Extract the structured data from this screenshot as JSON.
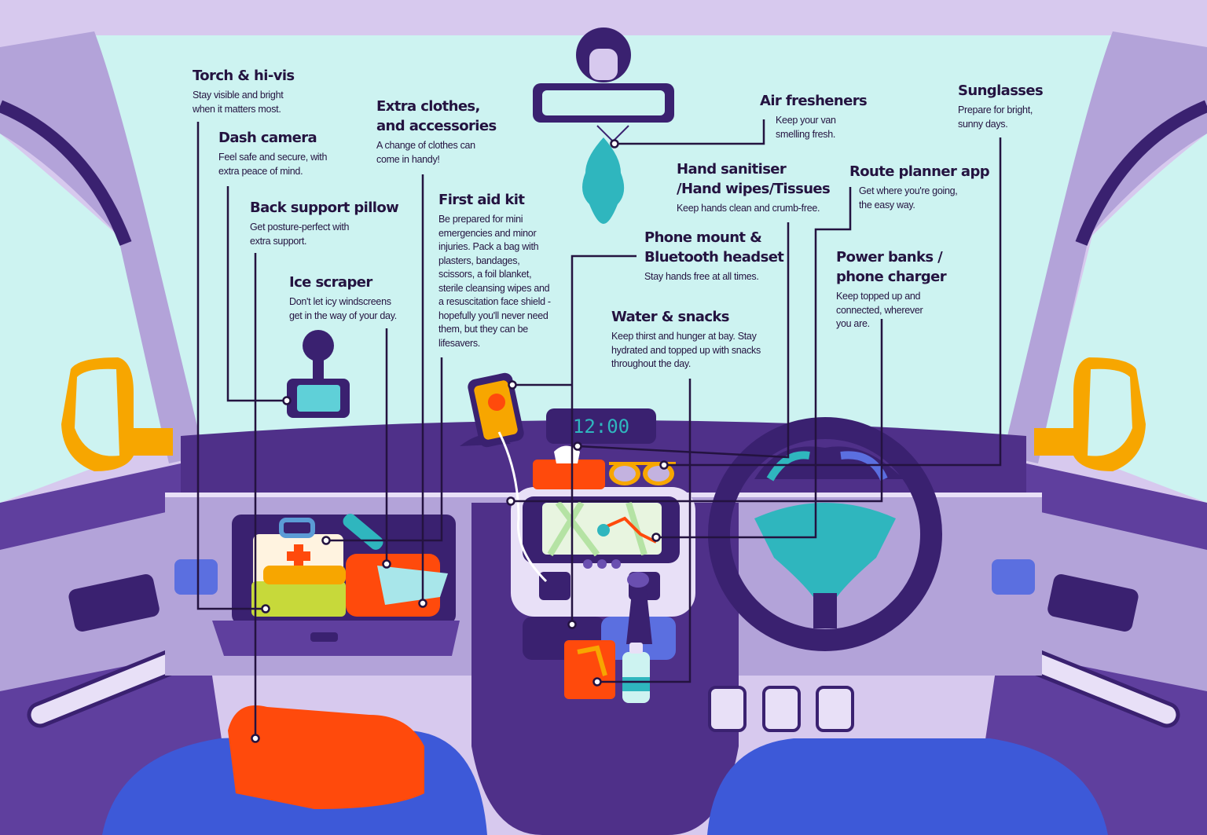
{
  "colors": {
    "sky": "#cdf3f1",
    "frame": "#d7c9ee",
    "pillar": "#b3a3d9",
    "dark_purple": "#3a2170",
    "mid_purple": "#5f3f9e",
    "dash": "#4f3089",
    "mirror_yellow": "#f7a600",
    "teal": "#2fb6be",
    "orange": "#ff4a0c",
    "seat_blue": "#3d59d8",
    "text": "#241340"
  },
  "clock": "12:00",
  "labels": {
    "torch": {
      "title": "Torch & hi-vis",
      "desc": "Stay visible and bright\nwhen it matters most."
    },
    "dash_camera": {
      "title": "Dash camera",
      "desc": "Feel safe and secure, with\nextra peace of mind."
    },
    "back_support": {
      "title": "Back support pillow",
      "desc": "Get posture-perfect with\nextra support."
    },
    "ice_scraper": {
      "title": "Ice scraper",
      "desc": "Don't let icy windscreens\nget in the way of your day."
    },
    "extra_clothes": {
      "title": "Extra clothes,\nand accessories",
      "desc": "A change of clothes can\ncome in handy!"
    },
    "first_aid": {
      "title": "First aid kit",
      "desc": "Be prepared for mini\nemergencies and minor\ninjuries. Pack a bag with\nplasters, bandages,\nscissors, a foil blanket,\nsterile cleansing wipes and\na resuscitation face shield -\nhopefully you'll never need\nthem, but they can be\nlifesavers."
    },
    "air_fresheners": {
      "title": "Air fresheners",
      "desc": "Keep your van\nsmelling fresh."
    },
    "hand_sanitiser": {
      "title": "Hand sanitiser\n/Hand wipes/Tissues",
      "desc": "Keep hands clean and crumb-free."
    },
    "phone_mount": {
      "title": "Phone mount &\nBluetooth headset",
      "desc": "Stay hands free at all times."
    },
    "water_snacks": {
      "title": "Water & snacks",
      "desc": "Keep thirst and hunger at bay. Stay\nhydrated and topped up with snacks\nthroughout the day."
    },
    "route_planner": {
      "title": "Route planner app",
      "desc": "Get where you're going,\nthe easy way."
    },
    "power_banks": {
      "title": "Power banks /\nphone charger",
      "desc": "Keep topped up and\nconnected, wherever\nyou are."
    },
    "sunglasses": {
      "title": "Sunglasses",
      "desc": "Prepare for bright,\nsunny days."
    }
  }
}
